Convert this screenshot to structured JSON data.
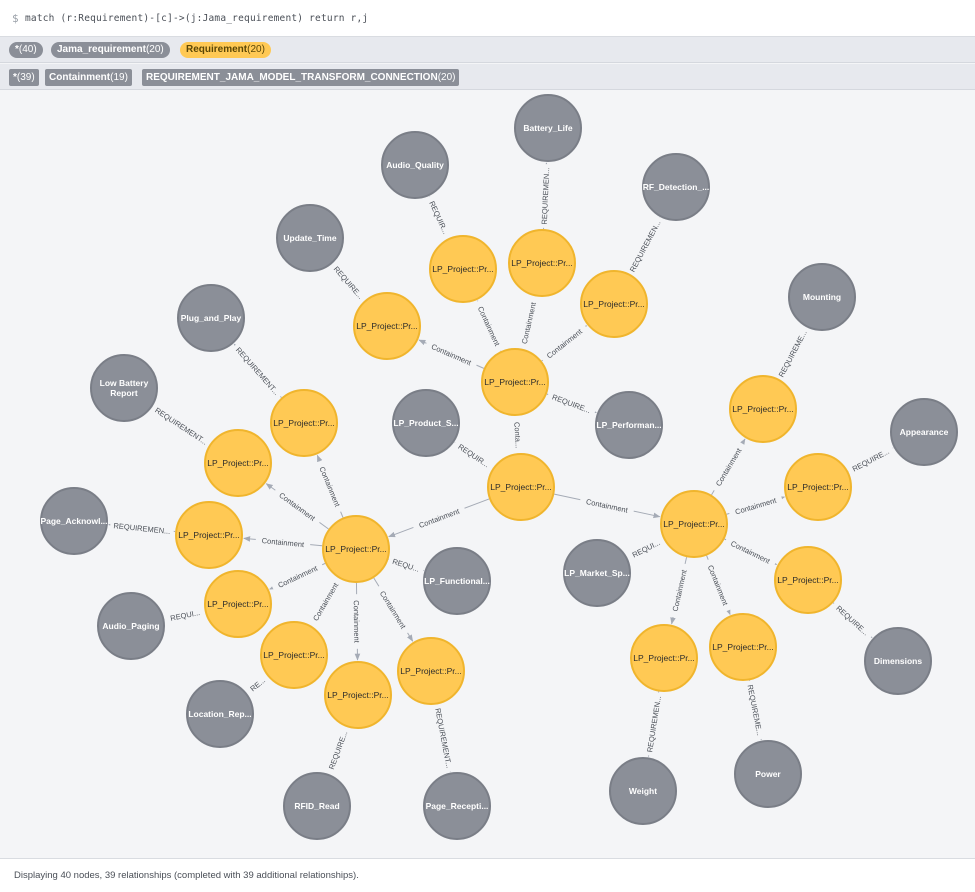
{
  "query": {
    "prompt": "$",
    "text": "match (r:Requirement)-[c]->(j:Jama_requirement) return r,j"
  },
  "node_labels": [
    {
      "name": "*",
      "count": "(40)",
      "color": "#8b8f98",
      "text_color": "#ffffff"
    },
    {
      "name": "Jama_requirement",
      "count": "(20)",
      "color": "#8b8f98",
      "text_color": "#ffffff"
    },
    {
      "name": "Requirement",
      "count": "(20)",
      "color": "#ffc954",
      "text_color": "#5b4706"
    }
  ],
  "relationship_types": [
    {
      "name": "*",
      "count": "(39)"
    },
    {
      "name": "Containment",
      "count": "(19)"
    },
    {
      "name": "REQUIREMENT_JAMA_MODEL_TRANSFORM_CONNECTION",
      "count": "(20)"
    }
  ],
  "colors": {
    "requirement_fill": "#ffc954",
    "requirement_stroke": "#f0b52d",
    "jama_fill": "#8b8f98",
    "jama_stroke": "#7a7e87",
    "edge": "#a5abb6",
    "edge_label": "#4a4f57"
  },
  "graph": {
    "nodes": [
      {
        "id": "r_root",
        "label": "LP_Project::Pr...",
        "type": "Requirement"
      },
      {
        "id": "r_top",
        "label": "LP_Project::Pr...",
        "type": "Requirement"
      },
      {
        "id": "r_left",
        "label": "LP_Project::Pr...",
        "type": "Requirement"
      },
      {
        "id": "r_right",
        "label": "LP_Project::Pr...",
        "type": "Requirement"
      },
      {
        "id": "r_t1",
        "label": "LP_Project::Pr...",
        "type": "Requirement"
      },
      {
        "id": "r_t2",
        "label": "LP_Project::Pr...",
        "type": "Requirement"
      },
      {
        "id": "r_t3",
        "label": "LP_Project::Pr...",
        "type": "Requirement"
      },
      {
        "id": "r_t4",
        "label": "LP_Project::Pr...",
        "type": "Requirement"
      },
      {
        "id": "r_l1",
        "label": "LP_Project::Pr...",
        "type": "Requirement"
      },
      {
        "id": "r_l2",
        "label": "LP_Project::Pr...",
        "type": "Requirement"
      },
      {
        "id": "r_l3",
        "label": "LP_Project::Pr...",
        "type": "Requirement"
      },
      {
        "id": "r_l4",
        "label": "LP_Project::Pr...",
        "type": "Requirement"
      },
      {
        "id": "r_l5",
        "label": "LP_Project::Pr...",
        "type": "Requirement"
      },
      {
        "id": "r_l6",
        "label": "LP_Project::Pr...",
        "type": "Requirement"
      },
      {
        "id": "r_l7",
        "label": "LP_Project::Pr...",
        "type": "Requirement"
      },
      {
        "id": "r_r1",
        "label": "LP_Project::Pr...",
        "type": "Requirement"
      },
      {
        "id": "r_r2",
        "label": "LP_Project::Pr...",
        "type": "Requirement"
      },
      {
        "id": "r_r3",
        "label": "LP_Project::Pr...",
        "type": "Requirement"
      },
      {
        "id": "r_r4",
        "label": "LP_Project::Pr...",
        "type": "Requirement"
      },
      {
        "id": "r_r5",
        "label": "LP_Project::Pr...",
        "type": "Requirement"
      },
      {
        "id": "j_battery",
        "label": "Battery_Life",
        "type": "Jama_requirement"
      },
      {
        "id": "j_audioq",
        "label": "Audio_Quality",
        "type": "Jama_requirement"
      },
      {
        "id": "j_rf",
        "label": "RF_Detection_...",
        "type": "Jama_requirement"
      },
      {
        "id": "j_update",
        "label": "Update_Time",
        "type": "Jama_requirement"
      },
      {
        "id": "j_perf",
        "label": "LP_Performan...",
        "type": "Jama_requirement"
      },
      {
        "id": "j_product",
        "label": "LP_Product_S...",
        "type": "Jama_requirement"
      },
      {
        "id": "j_plug",
        "label": "Plug_and_Play",
        "type": "Jama_requirement"
      },
      {
        "id": "j_lowbat",
        "label": "Low Battery Report",
        "type": "Jama_requirement"
      },
      {
        "id": "j_pageack",
        "label": "Page_Acknowl...",
        "type": "Jama_requirement"
      },
      {
        "id": "j_paging",
        "label": "Audio_Paging",
        "type": "Jama_requirement"
      },
      {
        "id": "j_location",
        "label": "Location_Rep...",
        "type": "Jama_requirement"
      },
      {
        "id": "j_rfid",
        "label": "RFID_Read",
        "type": "Jama_requirement"
      },
      {
        "id": "j_pagerec",
        "label": "Page_Recepti...",
        "type": "Jama_requirement"
      },
      {
        "id": "j_functional",
        "label": "LP_Functional...",
        "type": "Jama_requirement"
      },
      {
        "id": "j_market",
        "label": "LP_Market_Sp...",
        "type": "Jama_requirement"
      },
      {
        "id": "j_mounting",
        "label": "Mounting",
        "type": "Jama_requirement"
      },
      {
        "id": "j_appearance",
        "label": "Appearance",
        "type": "Jama_requirement"
      },
      {
        "id": "j_dimensions",
        "label": "Dimensions",
        "type": "Jama_requirement"
      },
      {
        "id": "j_power",
        "label": "Power",
        "type": "Jama_requirement"
      },
      {
        "id": "j_weight",
        "label": "Weight",
        "type": "Jama_requirement"
      }
    ],
    "edges": [
      {
        "from": "r_root",
        "to": "r_top",
        "label": "Conta..."
      },
      {
        "from": "r_root",
        "to": "r_left",
        "label": "Containment"
      },
      {
        "from": "r_root",
        "to": "r_right",
        "label": "Containment"
      },
      {
        "from": "r_root",
        "to": "j_product",
        "label": "REQUIR..."
      },
      {
        "from": "r_top",
        "to": "r_t1",
        "label": "Containment"
      },
      {
        "from": "r_top",
        "to": "r_t2",
        "label": "Containment"
      },
      {
        "from": "r_top",
        "to": "r_t3",
        "label": "Containment"
      },
      {
        "from": "r_top",
        "to": "r_t4",
        "label": "Containment"
      },
      {
        "from": "r_top",
        "to": "j_perf",
        "label": "REQUIRE..."
      },
      {
        "from": "r_t1",
        "to": "j_update",
        "label": "REQUIRE..."
      },
      {
        "from": "r_t2",
        "to": "j_audioq",
        "label": "REQUIR..."
      },
      {
        "from": "r_t3",
        "to": "j_battery",
        "label": "REQUIREMEN..."
      },
      {
        "from": "r_t4",
        "to": "j_rf",
        "label": "REQUIREMEN..."
      },
      {
        "from": "r_left",
        "to": "r_l1",
        "label": "Containment"
      },
      {
        "from": "r_left",
        "to": "r_l2",
        "label": "Containment"
      },
      {
        "from": "r_left",
        "to": "r_l3",
        "label": "Containment"
      },
      {
        "from": "r_left",
        "to": "r_l4",
        "label": "Containment"
      },
      {
        "from": "r_left",
        "to": "r_l5",
        "label": "Containment"
      },
      {
        "from": "r_left",
        "to": "r_l6",
        "label": "Containment"
      },
      {
        "from": "r_left",
        "to": "r_l7",
        "label": "Containment"
      },
      {
        "from": "r_left",
        "to": "j_functional",
        "label": "REQU..."
      },
      {
        "from": "r_l1",
        "to": "j_plug",
        "label": "REQUIREMENT..."
      },
      {
        "from": "r_l2",
        "to": "j_lowbat",
        "label": "REQUIREMENT..."
      },
      {
        "from": "r_l3",
        "to": "j_pageack",
        "label": "REQUIREMEN..."
      },
      {
        "from": "r_l4",
        "to": "j_paging",
        "label": "REQUI..."
      },
      {
        "from": "r_l5",
        "to": "j_location",
        "label": "RE..."
      },
      {
        "from": "r_l6",
        "to": "j_rfid",
        "label": "REQUIRE..."
      },
      {
        "from": "r_l7",
        "to": "j_pagerec",
        "label": "REQUIREMENT..."
      },
      {
        "from": "r_right",
        "to": "r_r1",
        "label": "Containment"
      },
      {
        "from": "r_right",
        "to": "r_r2",
        "label": "Containment"
      },
      {
        "from": "r_right",
        "to": "r_r3",
        "label": "Containment"
      },
      {
        "from": "r_right",
        "to": "r_r4",
        "label": "Containment"
      },
      {
        "from": "r_right",
        "to": "r_r5",
        "label": "Containment"
      },
      {
        "from": "r_right",
        "to": "j_market",
        "label": "REQUI..."
      },
      {
        "from": "r_r1",
        "to": "j_mounting",
        "label": "REQUIREME..."
      },
      {
        "from": "r_r2",
        "to": "j_appearance",
        "label": "REQUIRE..."
      },
      {
        "from": "r_r3",
        "to": "j_dimensions",
        "label": "REQUIRE..."
      },
      {
        "from": "r_r4",
        "to": "j_power",
        "label": "REQUIREME..."
      },
      {
        "from": "r_r5",
        "to": "j_weight",
        "label": "REQUIREMEN..."
      }
    ]
  },
  "status": {
    "text": "Displaying 40 nodes, 39 relationships (completed with 39 additional relationships)."
  }
}
